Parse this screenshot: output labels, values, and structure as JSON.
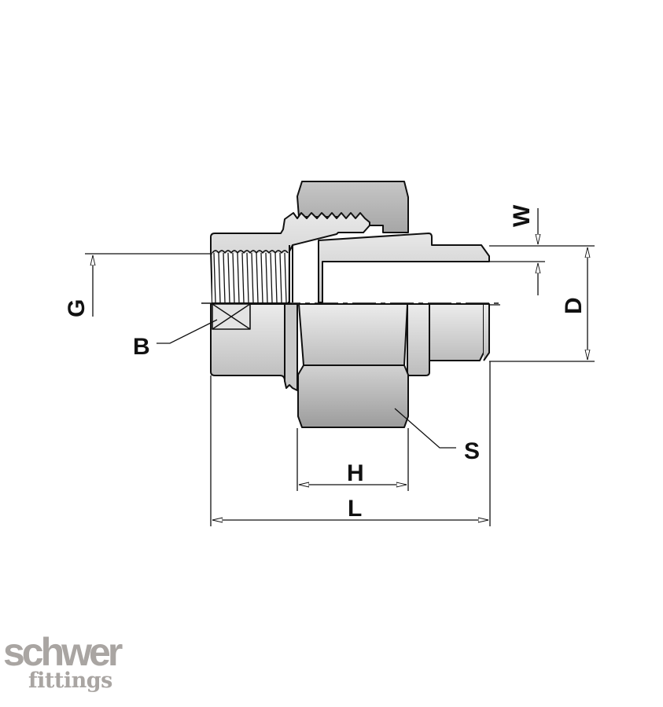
{
  "diagram": {
    "type": "technical-drawing",
    "subject": "pipe union fitting (female thread x male end) cross-section",
    "dimension_labels": {
      "G": "G",
      "B": "B",
      "W": "W",
      "D": "D",
      "S": "S",
      "H": "H",
      "L": "L"
    },
    "colors": {
      "outline": "#111111",
      "body_light": "#e6e6e6",
      "body_dark": "#bdbdbd",
      "nut_light": "#c8c8c8",
      "nut_dark": "#9a9a9a",
      "logo": "#a9a5a2"
    }
  },
  "logo": {
    "brand": "schwer",
    "sub": "fittings"
  }
}
